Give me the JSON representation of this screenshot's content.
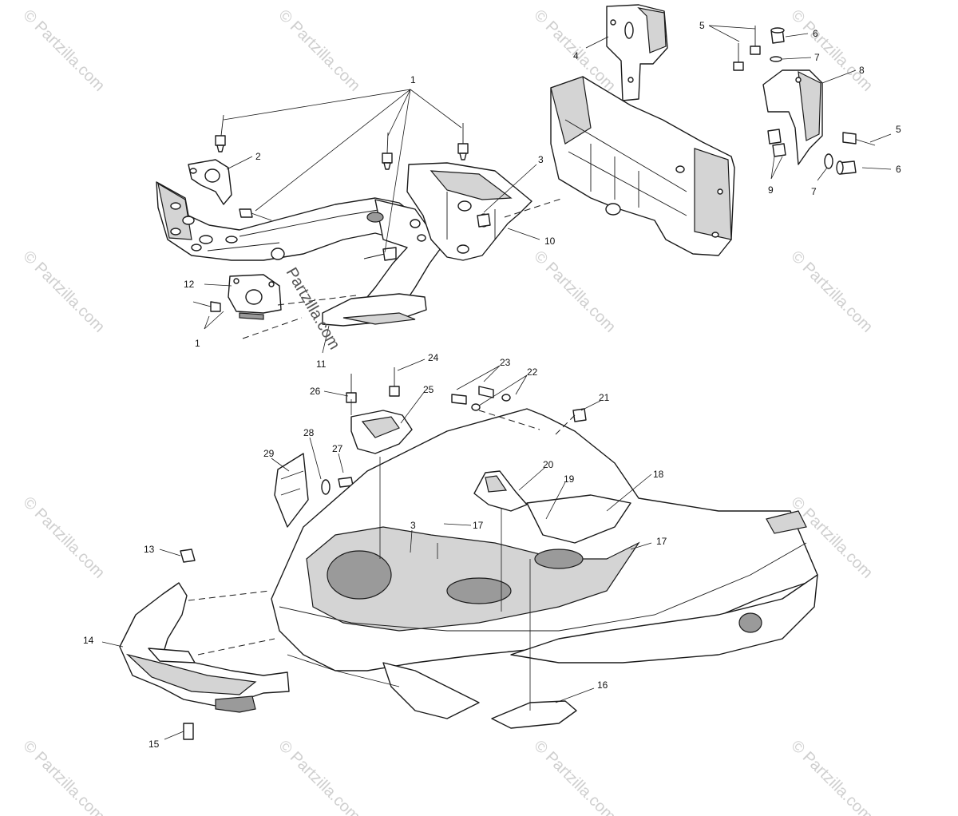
{
  "watermark": {
    "text": "© Partzilla.com",
    "center_text": "Partzilla.com"
  },
  "callouts": {
    "c1": "1",
    "c1b": "1",
    "c2": "2",
    "c3": "3",
    "c3b": "3",
    "c4": "4",
    "c5": "5",
    "c5b": "5",
    "c6": "6",
    "c6b": "6",
    "c7": "7",
    "c7b": "7",
    "c8": "8",
    "c9": "9",
    "c10": "10",
    "c11": "11",
    "c12": "12",
    "c13": "13",
    "c14": "14",
    "c15": "15",
    "c16": "16",
    "c17": "17",
    "c17b": "17",
    "c18": "18",
    "c19": "19",
    "c20": "20",
    "c21": "21",
    "c22": "22",
    "c23": "23",
    "c24": "24",
    "c25": "25",
    "c26": "26",
    "c27": "27",
    "c28": "28",
    "c29": "29"
  }
}
